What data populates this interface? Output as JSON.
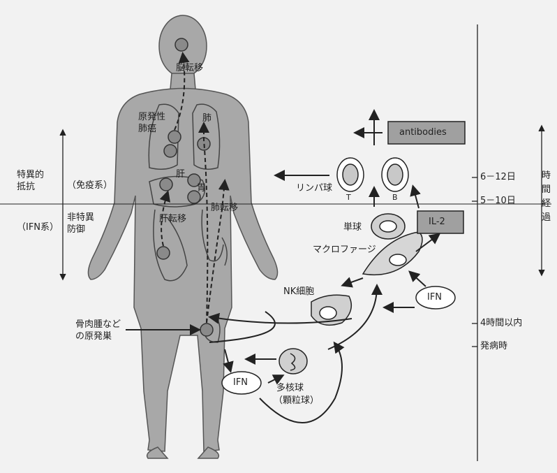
{
  "organs": {
    "brain_meta": "脳転移",
    "primary_lung_cancer": [
      "原発性",
      "肺癌"
    ],
    "lung": "肺",
    "liver": "肝",
    "stomach": "胃",
    "lung_meta": "肺転移",
    "liver_meta": "肝転移",
    "primary_site": [
      "骨肉腫など",
      "の原発巣"
    ]
  },
  "left_axis": {
    "specific": [
      "特異的",
      "抵抗"
    ],
    "immune_system": "（免疫系）",
    "ifn_system": "（IFN系）",
    "nonspecific": [
      "非特異",
      "防御"
    ]
  },
  "cells": {
    "antibodies": "antibodies",
    "lymphocyte": "リンパ球",
    "t": "T",
    "b": "B",
    "il2": "IL-2",
    "monocyte": "単球",
    "macrophage": "マクロファージ",
    "nk": "NK細胞",
    "ifn": "IFN",
    "polymorph": [
      "多核球",
      "（顆粒球）"
    ]
  },
  "timeline": {
    "label": [
      "時",
      "間",
      "経",
      "過"
    ],
    "t1": "6－12日",
    "t2": "5－10日",
    "t3": "4時間以内",
    "t4": "発病時"
  },
  "colors": {
    "body": "#a8a8a8",
    "organ": "#8a8a8a",
    "box": "#a0a0a0",
    "line": "#222222"
  }
}
